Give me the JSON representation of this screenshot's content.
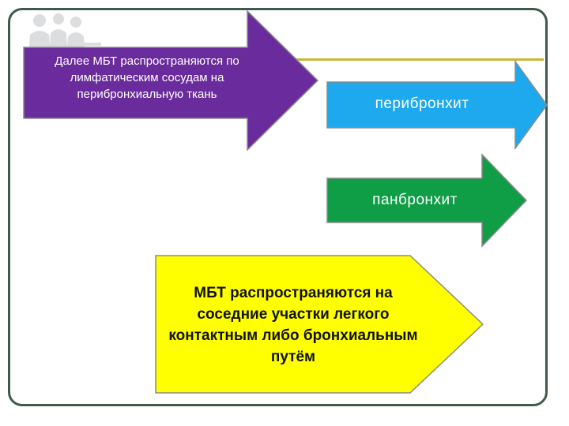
{
  "slide": {
    "colors": {
      "frame": "#3e5a4a",
      "header_rule": "#c9b63a",
      "logo_tint": "#9aa0a6"
    },
    "logo_icon": "people-silhouette-icon"
  },
  "diagram": {
    "arrows": [
      {
        "id": "spread-peribronchial",
        "text": "Далее МБТ распространяются по лимфатическим сосудам на перибронхиальную ткань",
        "color": "#6a2c9c",
        "text_color": "#ffffff"
      },
      {
        "id": "peribronchitis",
        "text": "перибронхит",
        "color": "#1ea9ee",
        "text_color": "#ffffff"
      },
      {
        "id": "panbronchitis",
        "text": "панбронхит",
        "color": "#0f9e46",
        "text_color": "#ffffff"
      },
      {
        "id": "contact-spread",
        "text": "МБТ распространяются на соседние участки легкого контактным либо бронхиальным путём",
        "color": "#ffff00",
        "text_color": "#111111"
      }
    ]
  }
}
